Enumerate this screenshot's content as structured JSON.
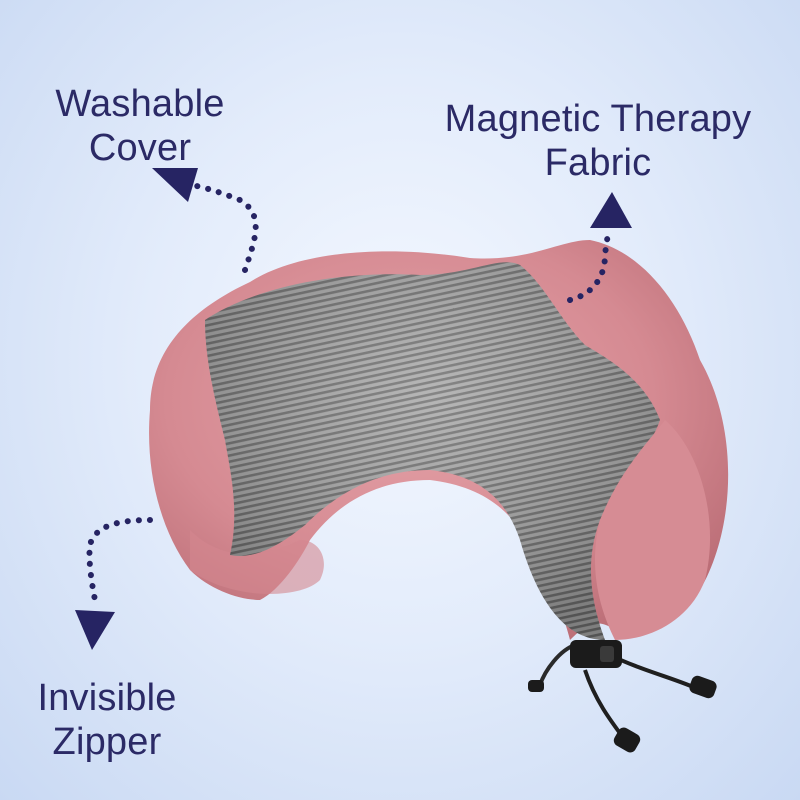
{
  "labels": {
    "washable": {
      "line1": "Washable",
      "line2": "Cover"
    },
    "magnetic": {
      "line1": "Magnetic Therapy",
      "line2": "Fabric"
    },
    "zipper": {
      "line1": "Invisible",
      "line2": "Zipper"
    }
  },
  "colors": {
    "text": "#2b2a66",
    "arrow": "#262463",
    "pillow_pink": "#d99198",
    "mesh_gray": "#9b9b9b",
    "toggle_black": "#1b1b1b"
  },
  "icons": {
    "washable_arrow": "dotted-arrow-up-left-icon",
    "magnetic_arrow": "dotted-arrow-up-icon",
    "zipper_arrow": "dotted-arrow-down-icon"
  }
}
